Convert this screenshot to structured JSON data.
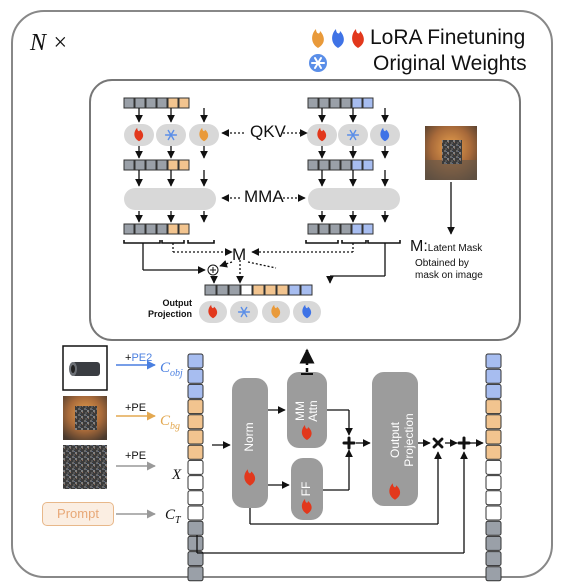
{
  "legend": {
    "lora_label": "LoRA Finetuning",
    "original_label": "Original Weights",
    "colors": {
      "fire_orange": "#e99a3a",
      "fire_blue": "#3f73e6",
      "fire_red": "#e2381c",
      "snowflake": "#5a8ee8"
    }
  },
  "block": {
    "repeat_label": "N ×"
  },
  "attention_detail": {
    "qkv_label": "QKV",
    "mma_label": "MMA",
    "m_label": "M",
    "output_projection_label": "Output Projection",
    "mask": {
      "title": "M:",
      "subtitle": "Latent Mask",
      "description": "Obtained by mask on image"
    }
  },
  "inputs": {
    "pe2_prefix": "+",
    "pe2_label": "PE2",
    "pe_label": "+PE",
    "pe_label_noise": "+PE",
    "c_obj": {
      "base": "C",
      "sub": "obj"
    },
    "c_bg": {
      "base": "C",
      "sub": "bg"
    },
    "x": "X",
    "c_t": {
      "base": "C",
      "sub": "T"
    },
    "prompt": "Prompt"
  },
  "pipeline": {
    "norm": "Norm",
    "mm_attn": "MM Attn",
    "ff": "FF",
    "output_projection": "Output Projection"
  },
  "colors": {
    "token_gray": "#9aa0a8",
    "token_orange": "#f2c48f",
    "token_blue": "#a7bdf0",
    "token_white": "#ffffff",
    "block_gray": "#9c9c9c",
    "panel_border": "#7a7a7a",
    "inner_bg": "#ffffff",
    "pill_bg": "#d8d8d8"
  }
}
